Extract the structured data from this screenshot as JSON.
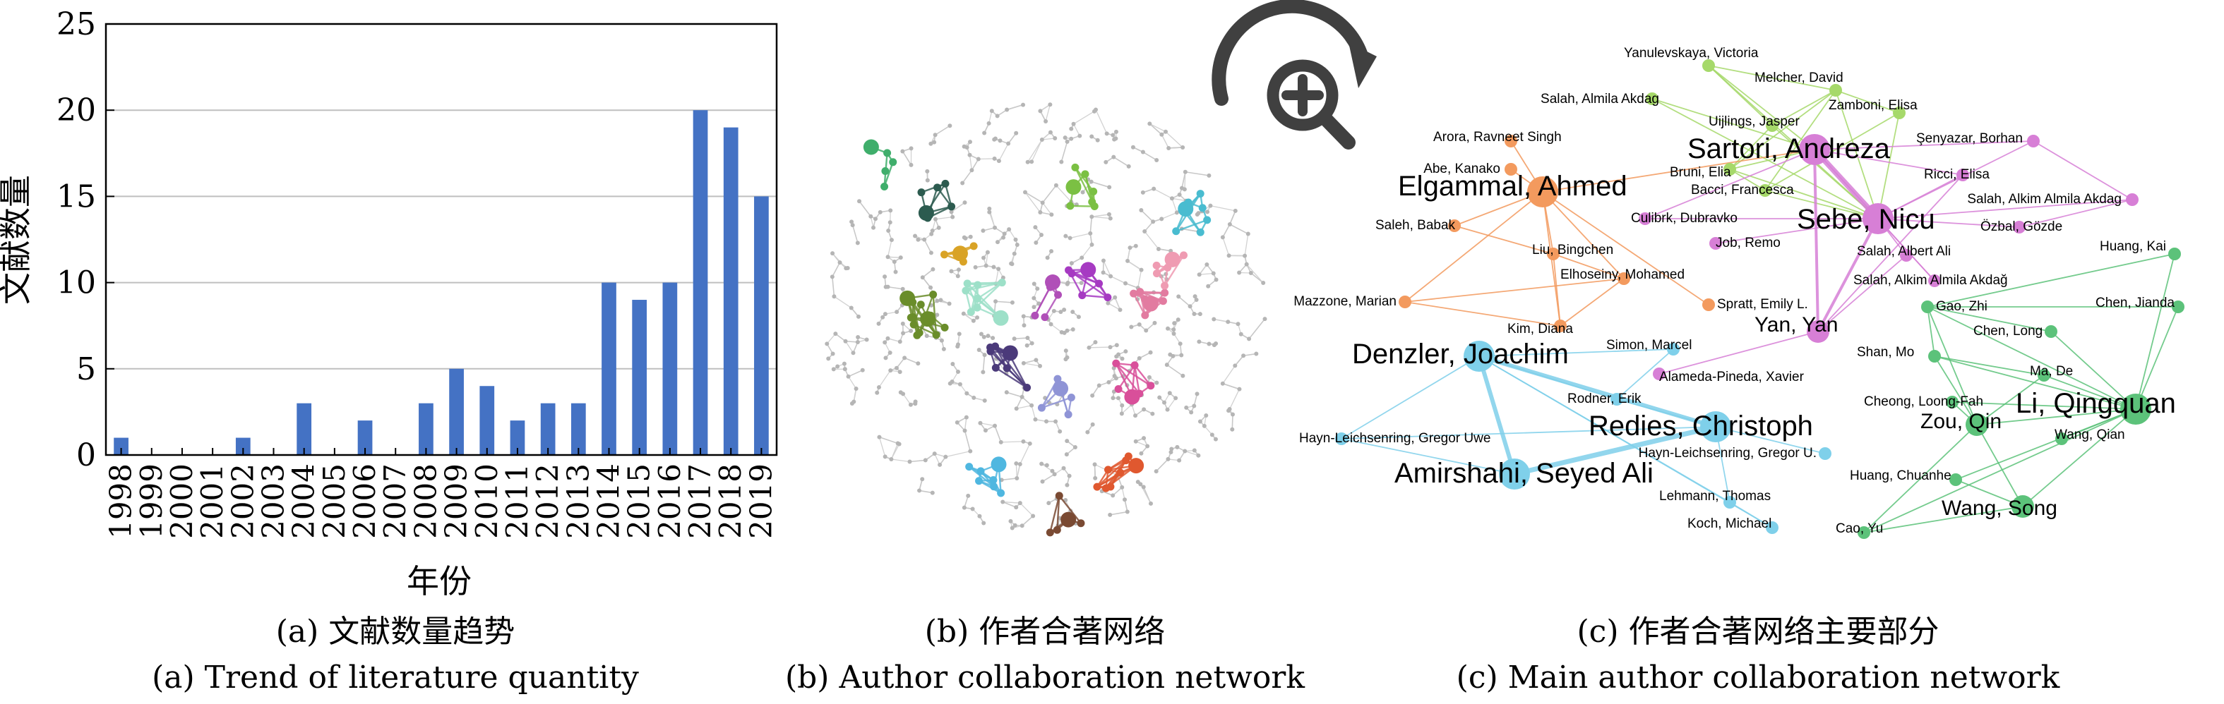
{
  "chart_data": [
    {
      "type": "bar",
      "categories": [
        "1998",
        "1999",
        "2000",
        "2001",
        "2002",
        "2003",
        "2004",
        "2005",
        "2006",
        "2007",
        "2008",
        "2009",
        "2010",
        "2011",
        "2012",
        "2013",
        "2014",
        "2015",
        "2016",
        "2017",
        "2018",
        "2019"
      ],
      "values": [
        1,
        0,
        0,
        0,
        1,
        0,
        3,
        0,
        2,
        0,
        3,
        5,
        4,
        2,
        3,
        3,
        10,
        9,
        10,
        20,
        19,
        15
      ],
      "ylabel": "文献数量",
      "xlabel": "年份",
      "ylim": [
        0,
        25
      ],
      "yticks": [
        0,
        5,
        10,
        15,
        20,
        25
      ],
      "grid": true,
      "bar_color": "#4472c4"
    }
  ],
  "captions": {
    "a_zh": "(a) 文献数量趋势",
    "a_en": "(a) Trend of literature quantity",
    "b_zh": "(b) 作者合著网络",
    "b_en": "(b) Author collaboration network",
    "c_zh": "(c) 作者合著网络主要部分",
    "c_en": "(c) Main author collaboration network"
  },
  "zoom_icon": "zoom-in-icon",
  "colors": {
    "orange": "#f39a5e",
    "blue": "#7fd0ea",
    "purple": "#d77fd6",
    "lightgreen": "#a6d96a",
    "green": "#5cc27a",
    "gray": "#b3b3b3"
  },
  "network": {
    "nodes": [
      {
        "id": "yanulevskaya",
        "label": "Yanulevskaya, Victoria",
        "group": "lightgreen",
        "size": "s"
      },
      {
        "id": "salah_aa",
        "label": "Salah, Almila Akdag",
        "group": "lightgreen",
        "size": "s"
      },
      {
        "id": "melcher",
        "label": "Melcher, David",
        "group": "lightgreen",
        "size": "s"
      },
      {
        "id": "zamboni",
        "label": "Zamboni, Elisa",
        "group": "lightgreen",
        "size": "s"
      },
      {
        "id": "uijlings",
        "label": "Uijlings, Jasper",
        "group": "lightgreen",
        "size": "s"
      },
      {
        "id": "sartori",
        "label": "Sartori, Andreza",
        "group": "purple",
        "size": "l"
      },
      {
        "id": "bruni",
        "label": "Bruni, Elia",
        "group": "lightgreen",
        "size": "s"
      },
      {
        "id": "bacci",
        "label": "Bacci, Francesca",
        "group": "lightgreen",
        "size": "s"
      },
      {
        "id": "sebe",
        "label": "Sebe, Nicu",
        "group": "purple",
        "size": "l"
      },
      {
        "id": "senyazar",
        "label": "Şenyazar, Borhan",
        "group": "purple",
        "size": "s"
      },
      {
        "id": "ricci",
        "label": "Ricci, Elisa",
        "group": "purple",
        "size": "s"
      },
      {
        "id": "salah_aaa",
        "label": "Salah, Alkim Almila Akdag",
        "group": "purple",
        "size": "s"
      },
      {
        "id": "ozbal",
        "label": "Özbal, Gözde",
        "group": "purple",
        "size": "s"
      },
      {
        "id": "culibrk",
        "label": "Culibrk, Dubravko",
        "group": "purple",
        "size": "s"
      },
      {
        "id": "job",
        "label": "Job, Remo",
        "group": "purple",
        "size": "s"
      },
      {
        "id": "salah_albert",
        "label": "Salah, Albert Ali",
        "group": "purple",
        "size": "s"
      },
      {
        "id": "salah_aaa2",
        "label": "Salah, Alkim Almila Akdağ",
        "group": "purple",
        "size": "s"
      },
      {
        "id": "yan",
        "label": "Yan, Yan",
        "group": "purple",
        "size": "m"
      },
      {
        "id": "arora",
        "label": "Arora, Ravneet Singh",
        "group": "orange",
        "size": "s"
      },
      {
        "id": "abe",
        "label": "Abe, Kanako",
        "group": "orange",
        "size": "s"
      },
      {
        "id": "elgammal",
        "label": "Elgammal, Ahmed",
        "group": "orange",
        "size": "l"
      },
      {
        "id": "saleh",
        "label": "Saleh, Babak",
        "group": "orange",
        "size": "s"
      },
      {
        "id": "liu",
        "label": "Liu, Bingchen",
        "group": "orange",
        "size": "s"
      },
      {
        "id": "elhoseiny",
        "label": "Elhoseiny, Mohamed",
        "group": "orange",
        "size": "s"
      },
      {
        "id": "mazzone",
        "label": "Mazzone, Marian",
        "group": "orange",
        "size": "s"
      },
      {
        "id": "spratt",
        "label": "Spratt, Emily L.",
        "group": "orange",
        "size": "s"
      },
      {
        "id": "kim",
        "label": "Kim, Diana",
        "group": "orange",
        "size": "s"
      },
      {
        "id": "denzler",
        "label": "Denzler, Joachim",
        "group": "blue",
        "size": "l"
      },
      {
        "id": "simon",
        "label": "Simon, Marcel",
        "group": "blue",
        "size": "s"
      },
      {
        "id": "alameda",
        "label": "Alameda-Pineda, Xavier",
        "group": "purple",
        "size": "s"
      },
      {
        "id": "rodner",
        "label": "Rodner, Erik",
        "group": "blue",
        "size": "s"
      },
      {
        "id": "redies",
        "label": "Redies, Christoph",
        "group": "blue",
        "size": "l"
      },
      {
        "id": "hayn1",
        "label": "Hayn-Leichsenring, Gregor Uwe",
        "group": "blue",
        "size": "s"
      },
      {
        "id": "hayn2",
        "label": "Hayn-Leichsenring, Gregor U.",
        "group": "blue",
        "size": "s"
      },
      {
        "id": "amirshahi",
        "label": "Amirshahi, Seyed Ali",
        "group": "blue",
        "size": "l"
      },
      {
        "id": "lehmann",
        "label": "Lehmann, Thomas",
        "group": "blue",
        "size": "s"
      },
      {
        "id": "koch",
        "label": "Koch, Michael",
        "group": "blue",
        "size": "s"
      },
      {
        "id": "huang_kai",
        "label": "Huang, Kai",
        "group": "green",
        "size": "s"
      },
      {
        "id": "gao",
        "label": "Gao, Zhi",
        "group": "green",
        "size": "s"
      },
      {
        "id": "chen_jianda",
        "label": "Chen, Jianda",
        "group": "green",
        "size": "s"
      },
      {
        "id": "chen_long",
        "label": "Chen, Long",
        "group": "green",
        "size": "s"
      },
      {
        "id": "shan",
        "label": "Shan, Mo",
        "group": "green",
        "size": "s"
      },
      {
        "id": "ma",
        "label": "Ma, De",
        "group": "green",
        "size": "s"
      },
      {
        "id": "cheong",
        "label": "Cheong, Loong-Fah",
        "group": "green",
        "size": "s"
      },
      {
        "id": "li",
        "label": "Li, Qingquan",
        "group": "green",
        "size": "l"
      },
      {
        "id": "zou",
        "label": "Zou, Qin",
        "group": "green",
        "size": "m"
      },
      {
        "id": "wang_qian",
        "label": "Wang, Qian",
        "group": "green",
        "size": "s"
      },
      {
        "id": "huang_chuanhe",
        "label": "Huang, Chuanhe",
        "group": "green",
        "size": "s"
      },
      {
        "id": "wang_song",
        "label": "Wang, Song",
        "group": "green",
        "size": "m"
      },
      {
        "id": "cao",
        "label": "Cao, Yu",
        "group": "green",
        "size": "s"
      }
    ]
  }
}
